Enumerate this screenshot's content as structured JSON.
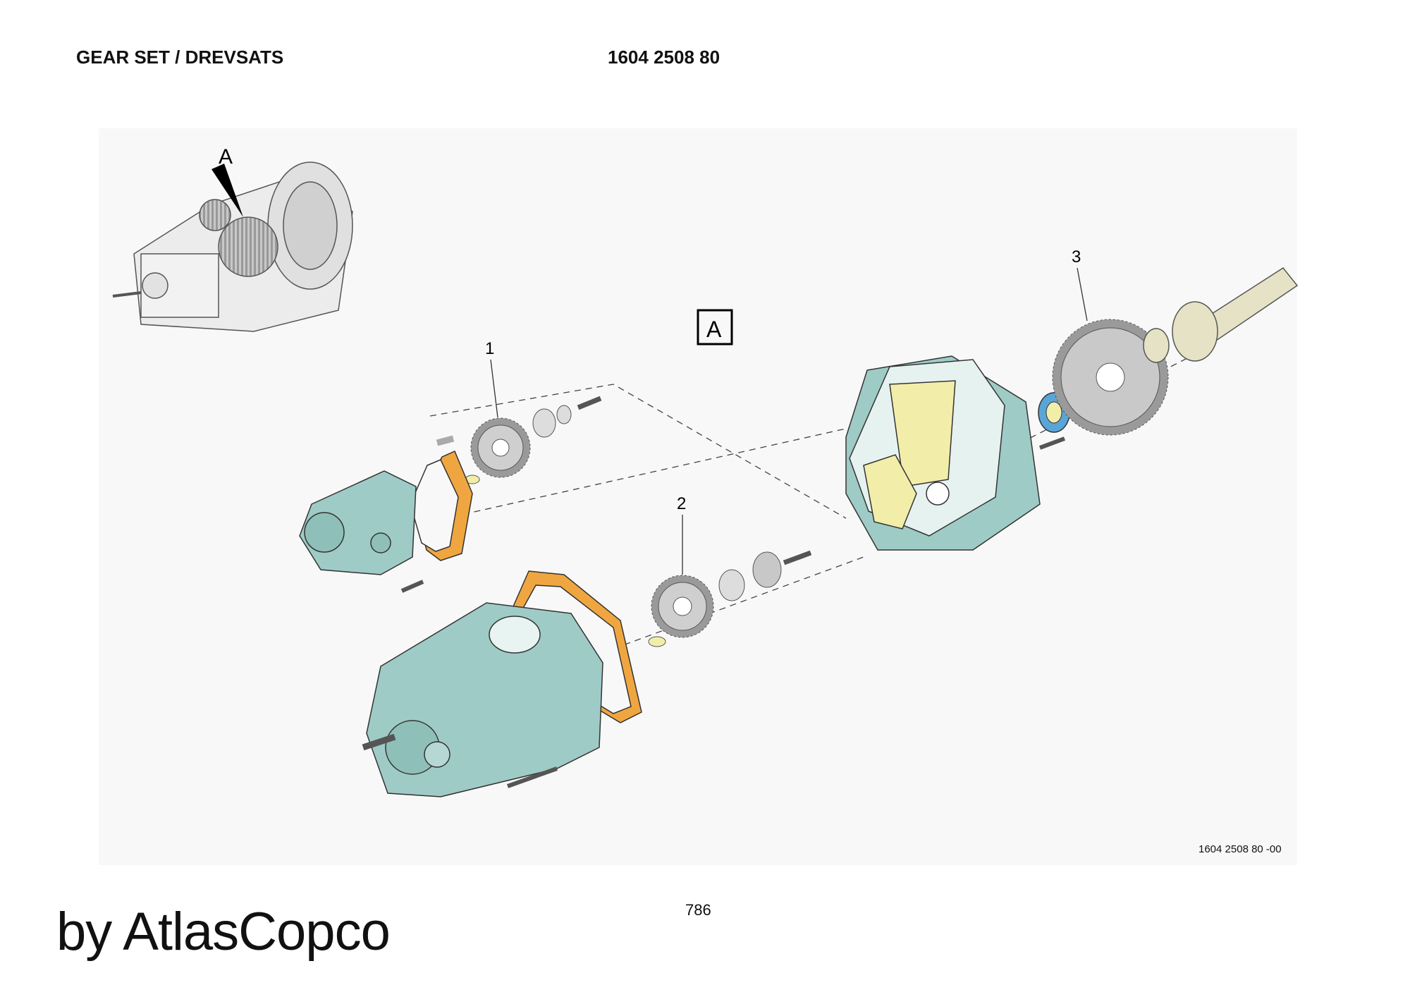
{
  "header": {
    "title": "GEAR SET / DREVSATS",
    "part_number": "1604 2508 80"
  },
  "drawing": {
    "view_label": "A",
    "callouts": [
      "1",
      "2",
      "3"
    ],
    "code": "1604 2508 80 -00",
    "colors": {
      "housing": "#9fcbc6",
      "gasket": "#f0a640",
      "seal": "#5aa5d8",
      "insert": "#f2eeaa",
      "shaft": "#e6e2c6",
      "gear": "#c8c8c8"
    }
  },
  "footer": {
    "page": "786",
    "brand": "by AtlasCopco"
  }
}
